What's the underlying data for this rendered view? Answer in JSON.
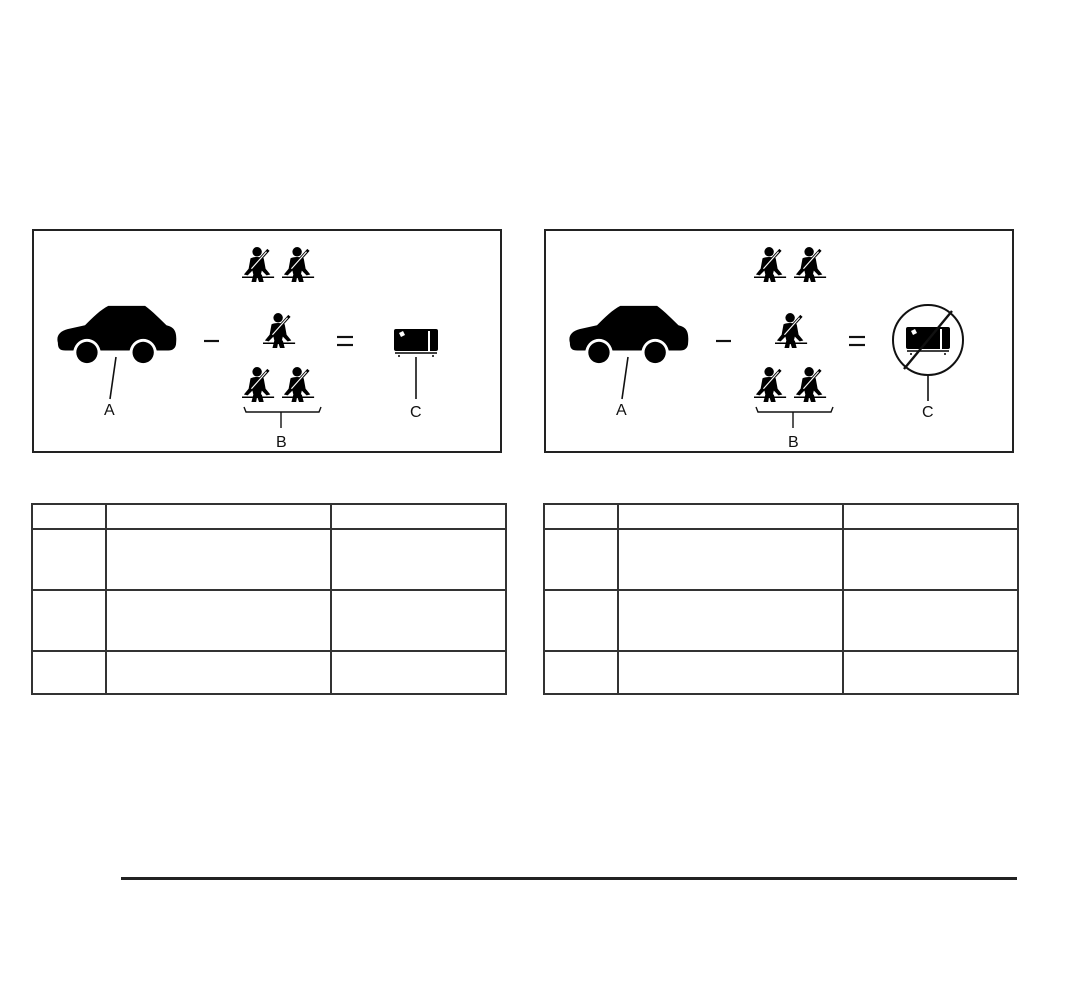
{
  "diagrams": [
    {
      "id": "left",
      "labels": {
        "a": "A",
        "b": "B",
        "c": "C"
      },
      "operators": {
        "minus": "–",
        "equals": "="
      },
      "cargo_allowed": true
    },
    {
      "id": "right",
      "labels": {
        "a": "A",
        "b": "B",
        "c": "C"
      },
      "operators": {
        "minus": "–",
        "equals": "="
      },
      "cargo_allowed": false
    }
  ],
  "tables": [
    {
      "id": "left",
      "rows": [
        [
          "",
          "",
          ""
        ],
        [
          "",
          "",
          ""
        ],
        [
          "",
          "",
          ""
        ],
        [
          "",
          "",
          ""
        ]
      ]
    },
    {
      "id": "right",
      "rows": [
        [
          "",
          "",
          ""
        ],
        [
          "",
          "",
          ""
        ],
        [
          "",
          "",
          ""
        ],
        [
          "",
          "",
          ""
        ]
      ]
    }
  ]
}
